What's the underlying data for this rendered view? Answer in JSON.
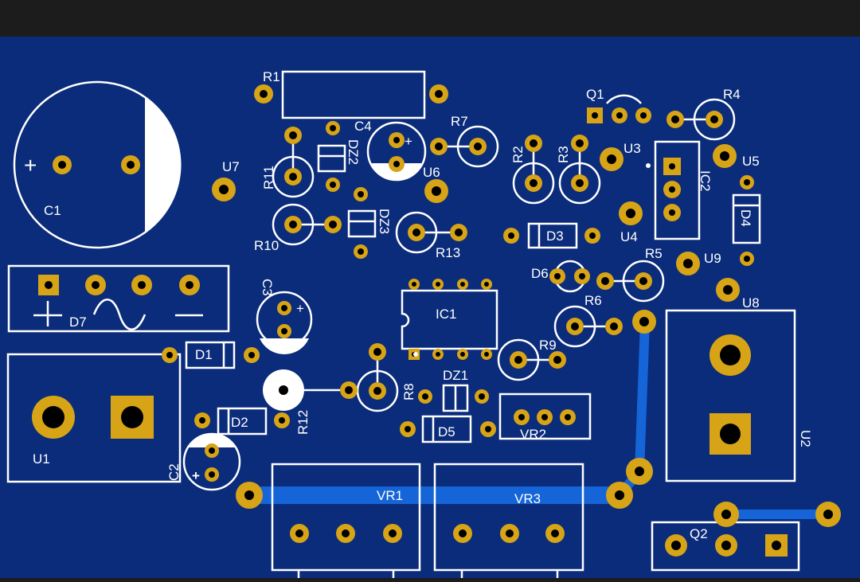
{
  "colors": {
    "frame": "#1c1c1c",
    "board": "#0b2c7a",
    "trace": "#1565d8",
    "pad": "#d6a416",
    "hole": "#000000",
    "silkscreen": "#ffffff"
  },
  "labels": {
    "C1": "C1",
    "U7": "U7",
    "R1": "R1",
    "C4": "C4",
    "DZ2": "DZ2",
    "R11": "R11",
    "U6": "U6",
    "R7": "R7",
    "R10": "R10",
    "DZ3": "DZ3",
    "R13": "R13",
    "Q1": "Q1",
    "R4": "R4",
    "R2": "R2",
    "R3": "R3",
    "U3": "U3",
    "IC2": "IC2",
    "U5": "U5",
    "D4": "D4",
    "U4": "U4",
    "D3": "D3",
    "R5": "R5",
    "U9": "U9",
    "D6": "D6",
    "R6": "R6",
    "U8": "U8",
    "D7": "D7",
    "C3": "C3",
    "IC1": "IC1",
    "R9": "R9",
    "D1": "D1",
    "R12": "R12",
    "R8": "R8",
    "DZ1": "DZ1",
    "VR2": "VR2",
    "D5": "D5",
    "D2": "D2",
    "U1": "U1",
    "C2": "C2",
    "U2": "U2",
    "VR1": "VR1",
    "VR3": "VR3",
    "Q2": "Q2"
  },
  "symbols": {
    "plus": "+",
    "minus": "—"
  }
}
